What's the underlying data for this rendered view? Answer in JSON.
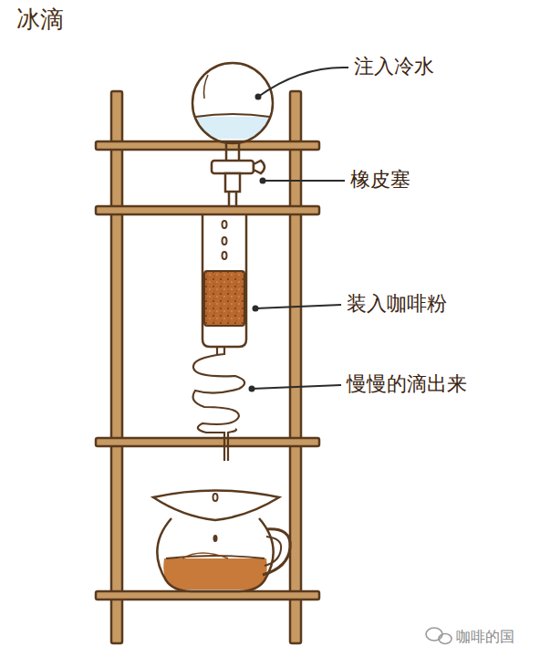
{
  "diagram": {
    "title": "冰滴",
    "labels": [
      "注入冷水",
      "橡皮塞",
      "装入咖啡粉",
      "慢慢的滴出来",
      "咖啡的国"
    ]
  }
}
